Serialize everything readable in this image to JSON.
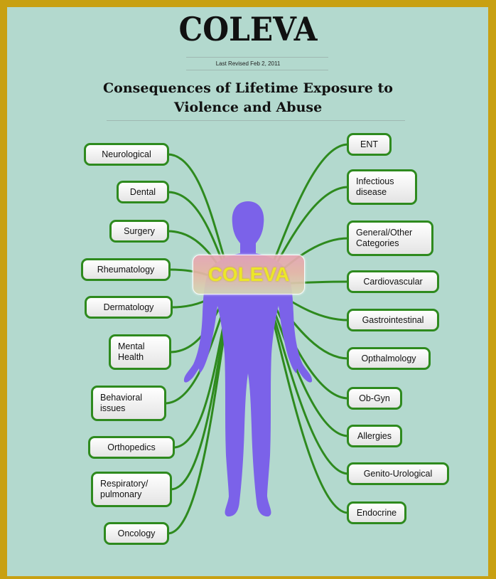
{
  "header": {
    "title": "COLEVA",
    "revised": "Last Revised Feb 2, 2011",
    "subtitle_line1": "Consequences of Lifetime Exposure to",
    "subtitle_line2": "Violence and Abuse"
  },
  "hub": {
    "label": "COLEVA"
  },
  "colors": {
    "frame": "#c8a012",
    "background": "#b3d9ce",
    "connector": "#2e8a1e",
    "body": "#7b62e9",
    "hub_text": "#f6f21a"
  },
  "left_nodes": [
    "Neurological",
    "Dental",
    "Surgery",
    "Rheumatology",
    "Dermatology",
    "Mental\nHealth",
    "Behavioral\nissues",
    "Orthopedics",
    "Respiratory/\npulmonary",
    "Oncology"
  ],
  "right_nodes": [
    "ENT",
    "Infectious\ndisease",
    "General/Other\nCategories",
    "Cardiovascular",
    "Gastrointestinal",
    "Opthalmology",
    "Ob-Gyn",
    "Allergies",
    "Genito-Urological",
    "Endocrine"
  ]
}
